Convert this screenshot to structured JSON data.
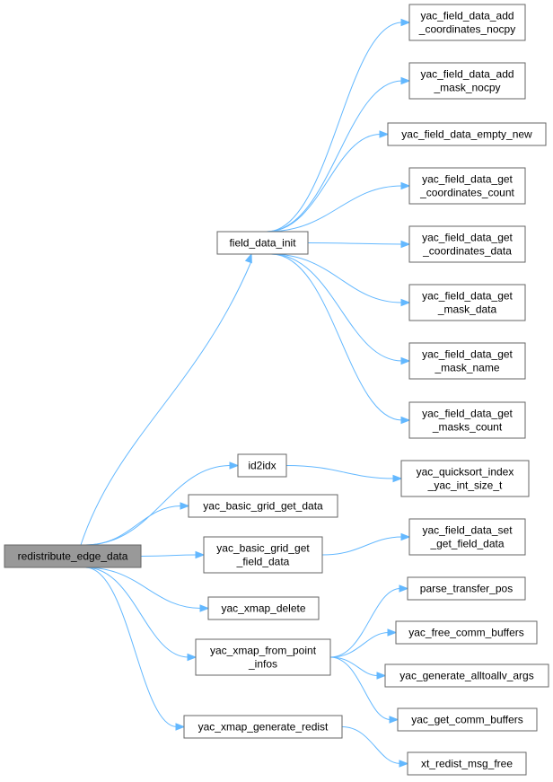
{
  "graph": {
    "nodes": {
      "redistribute_edge_data": [
        "redistribute_edge_data"
      ],
      "field_data_init": [
        "field_data_init"
      ],
      "id2idx": [
        "id2idx"
      ],
      "yac_basic_grid_get_data": [
        "yac_basic_grid_get_data"
      ],
      "yac_basic_grid_get_field_data": [
        "yac_basic_grid_get",
        "_field_data"
      ],
      "yac_xmap_delete": [
        "yac_xmap_delete"
      ],
      "yac_xmap_from_point_infos": [
        "yac_xmap_from_point",
        "_infos"
      ],
      "yac_xmap_generate_redist": [
        "yac_xmap_generate_redist"
      ],
      "yac_field_data_add_coordinates_nocpy": [
        "yac_field_data_add",
        "_coordinates_nocpy"
      ],
      "yac_field_data_add_mask_nocpy": [
        "yac_field_data_add",
        "_mask_nocpy"
      ],
      "yac_field_data_empty_new": [
        "yac_field_data_empty_new"
      ],
      "yac_field_data_get_coordinates_count": [
        "yac_field_data_get",
        "_coordinates_count"
      ],
      "yac_field_data_get_coordinates_data": [
        "yac_field_data_get",
        "_coordinates_data"
      ],
      "yac_field_data_get_mask_data": [
        "yac_field_data_get",
        "_mask_data"
      ],
      "yac_field_data_get_mask_name": [
        "yac_field_data_get",
        "_mask_name"
      ],
      "yac_field_data_get_masks_count": [
        "yac_field_data_get",
        "_masks_count"
      ],
      "yac_quicksort_index_yac_int_size_t": [
        "yac_quicksort_index",
        "_yac_int_size_t"
      ],
      "yac_field_data_set_get_field_data": [
        "yac_field_data_set",
        "_get_field_data"
      ],
      "parse_transfer_pos": [
        "parse_transfer_pos"
      ],
      "yac_free_comm_buffers": [
        "yac_free_comm_buffers"
      ],
      "yac_generate_alltoallv_args": [
        "yac_generate_alltoallv_args"
      ],
      "yac_get_comm_buffers": [
        "yac_get_comm_buffers"
      ],
      "xt_redist_msg_free": [
        "xt_redist_msg_free"
      ]
    },
    "edges": [
      [
        "redistribute_edge_data",
        "field_data_init"
      ],
      [
        "redistribute_edge_data",
        "id2idx"
      ],
      [
        "redistribute_edge_data",
        "yac_basic_grid_get_data"
      ],
      [
        "redistribute_edge_data",
        "yac_basic_grid_get_field_data"
      ],
      [
        "redistribute_edge_data",
        "yac_xmap_delete"
      ],
      [
        "redistribute_edge_data",
        "yac_xmap_from_point_infos"
      ],
      [
        "redistribute_edge_data",
        "yac_xmap_generate_redist"
      ],
      [
        "field_data_init",
        "yac_field_data_add_coordinates_nocpy"
      ],
      [
        "field_data_init",
        "yac_field_data_add_mask_nocpy"
      ],
      [
        "field_data_init",
        "yac_field_data_empty_new"
      ],
      [
        "field_data_init",
        "yac_field_data_get_coordinates_count"
      ],
      [
        "field_data_init",
        "yac_field_data_get_coordinates_data"
      ],
      [
        "field_data_init",
        "yac_field_data_get_mask_data"
      ],
      [
        "field_data_init",
        "yac_field_data_get_mask_name"
      ],
      [
        "field_data_init",
        "yac_field_data_get_masks_count"
      ],
      [
        "id2idx",
        "yac_quicksort_index_yac_int_size_t"
      ],
      [
        "yac_basic_grid_get_field_data",
        "yac_field_data_set_get_field_data"
      ],
      [
        "yac_xmap_from_point_infos",
        "parse_transfer_pos"
      ],
      [
        "yac_xmap_from_point_infos",
        "yac_free_comm_buffers"
      ],
      [
        "yac_xmap_from_point_infos",
        "yac_generate_alltoallv_args"
      ],
      [
        "yac_xmap_from_point_infos",
        "yac_get_comm_buffers"
      ],
      [
        "yac_xmap_generate_redist",
        "xt_redist_msg_free"
      ]
    ],
    "colors": {
      "edge": "#63b8ff",
      "root_fill": "#999999",
      "node_border": "#666666",
      "node_fill": "#ffffff"
    }
  }
}
